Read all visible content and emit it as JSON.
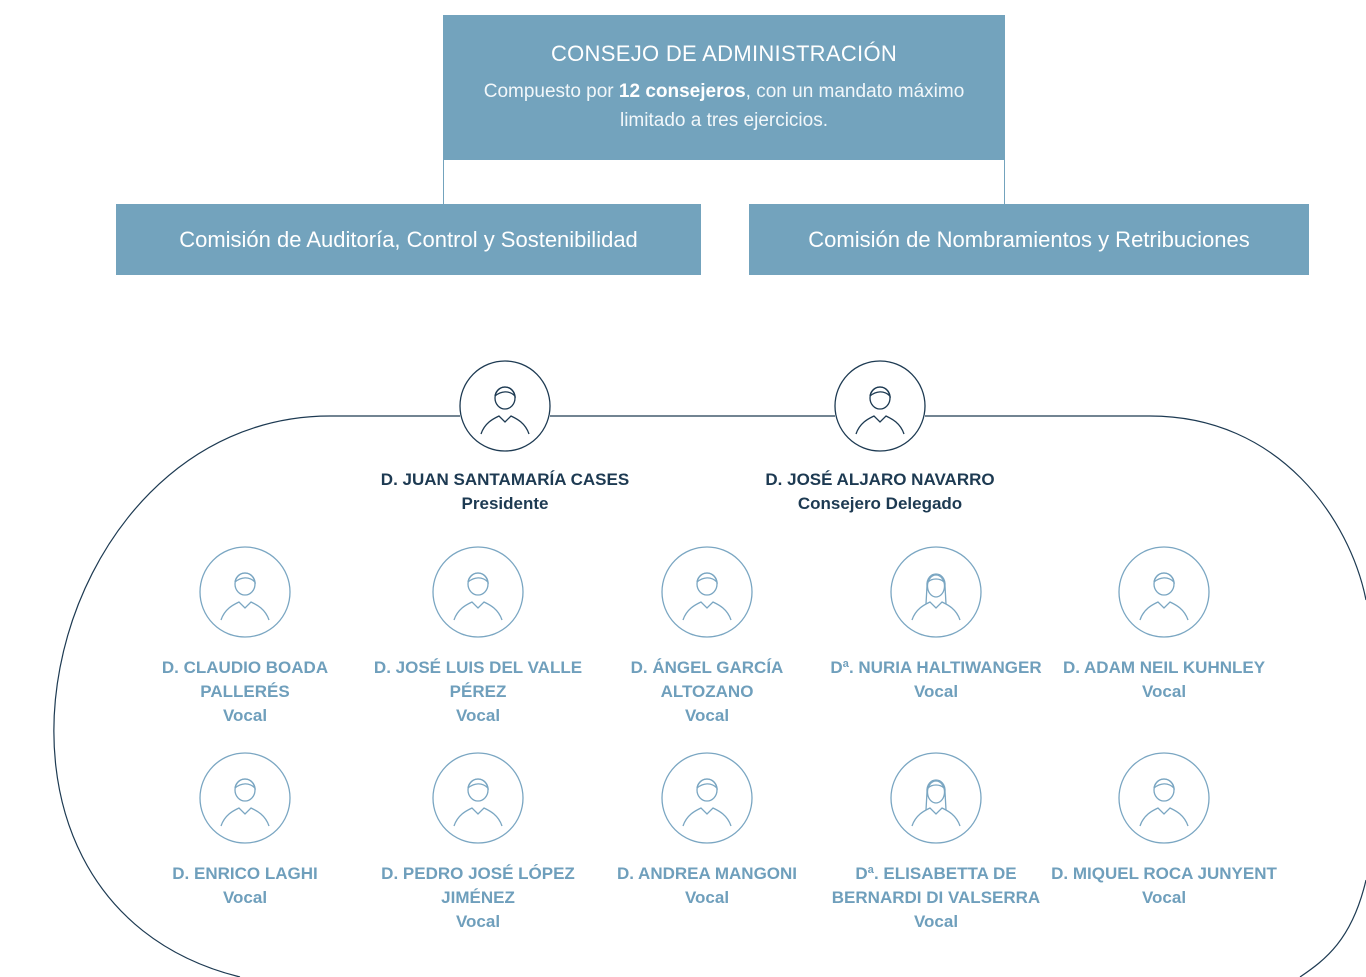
{
  "board": {
    "title": "CONSEJO DE ADMINISTRACIÓN",
    "desc_prefix": "Compuesto por ",
    "desc_bold": "12 consejeros",
    "desc_suffix": ", con un mandato máximo limitado a tres ejercicios."
  },
  "committees": [
    {
      "label": "Comisión de Auditoría, Control y Sostenibilidad"
    },
    {
      "label": "Comisión de Nombramientos y Retribuciones"
    }
  ],
  "leaders": [
    {
      "name": "D. JUAN SANTAMARÍA CASES",
      "role": "Presidente",
      "gender": "male"
    },
    {
      "name": "D. JOSÉ ALJARO NAVARRO",
      "role": "Consejero Delegado",
      "gender": "male"
    }
  ],
  "members": [
    {
      "name": "D. CLAUDIO BOADA PALLERÉS",
      "role": "Vocal",
      "gender": "male"
    },
    {
      "name": "D. JOSÉ LUIS DEL VALLE PÉREZ",
      "role": "Vocal",
      "gender": "male"
    },
    {
      "name": "D. ÁNGEL GARCÍA ALTOZANO",
      "role": "Vocal",
      "gender": "male"
    },
    {
      "name": "Dª. NURIA HALTIWANGER",
      "role": "Vocal",
      "gender": "female"
    },
    {
      "name": "D. ADAM NEIL KUHNLEY",
      "role": "Vocal",
      "gender": "male"
    },
    {
      "name": "D. ENRICO LAGHI",
      "role": "Vocal",
      "gender": "male"
    },
    {
      "name": "D. PEDRO JOSÉ LÓPEZ JIMÉNEZ",
      "role": "Vocal",
      "gender": "male"
    },
    {
      "name": "D. ANDREA MANGONI",
      "role": "Vocal",
      "gender": "male"
    },
    {
      "name": "Dª. ELISABETTA DE BERNARDI DI VALSERRA",
      "role": "Vocal",
      "gender": "female"
    },
    {
      "name": "D. MIQUEL ROCA JUNYENT",
      "role": "Vocal",
      "gender": "male"
    }
  ],
  "colors": {
    "header_fill": "#73a3bd",
    "leader_text": "#1d3a52",
    "member_text": "#6f9fbc",
    "leader_icon": "#1d3a52",
    "member_icon": "#7aa6c2",
    "frame_line": "#1d3a52"
  },
  "icons": {
    "male": "person-male-icon",
    "female": "person-female-icon"
  }
}
